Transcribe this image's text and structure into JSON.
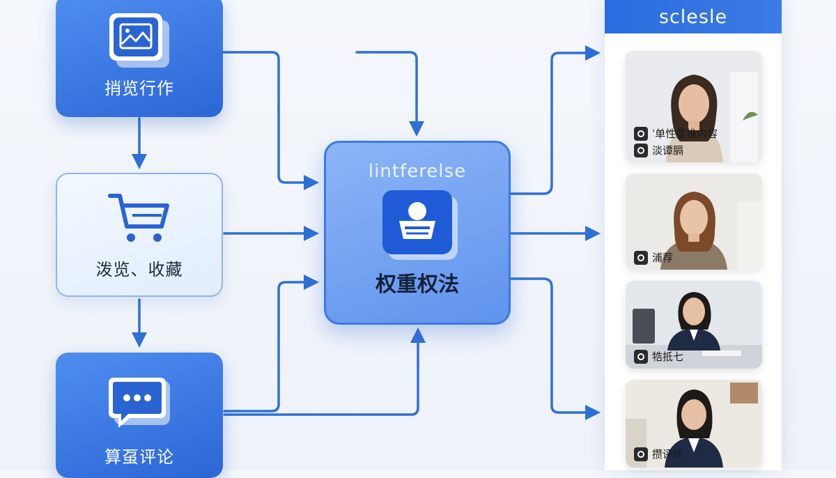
{
  "nodes": {
    "browse": {
      "label": "捎览行作",
      "icon": "image-icon"
    },
    "cart": {
      "label": "泼览、收藏",
      "icon": "shopping-cart-icon"
    },
    "comment": {
      "label": "算虿评论",
      "icon": "chat-bubble-icon"
    }
  },
  "center": {
    "title": "lintferelse",
    "label": "权重权法",
    "icon": "basket-icon"
  },
  "panel": {
    "title": "sclesle",
    "cards": [
      {
        "tags": [
          "ˈ单性董推内容",
          "淡谭膈"
        ]
      },
      {
        "tags": [
          "浦荐"
        ]
      },
      {
        "tags": [
          "牿抵七"
        ]
      },
      {
        "tags": [
          "攒评睐"
        ]
      }
    ]
  },
  "colors": {
    "primary": "#2f6fd8",
    "node_blue": "#3b7be6",
    "panel_header": "#2a6ce0"
  }
}
